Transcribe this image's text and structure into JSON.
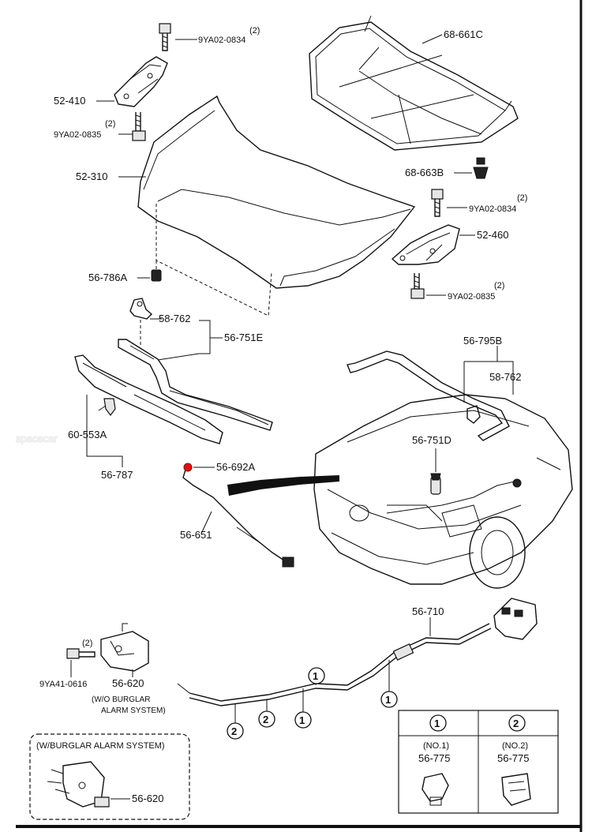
{
  "labels": {
    "p52410": "52-410",
    "p9YA02_0834_top": "9YA02-0834",
    "p9YA02_0835_left": "9YA02-0835",
    "p52310": "52-310",
    "p56786A": "56-786A",
    "p68661C": "68-661C",
    "p68663B": "68-663B",
    "p9YA02_0834_right": "9YA02-0834",
    "p52460": "52-460",
    "p9YA02_0835_right": "9YA02-0835",
    "p58762_left": "58-762",
    "p56751E": "56-751E",
    "p56795B": "56-795B",
    "p58762_right": "58-762",
    "p60553A": "60-553A",
    "p56787": "56-787",
    "p56692A": "56-692A",
    "p56751D": "56-751D",
    "p56651": "56-651",
    "p56710": "56-710",
    "p9YA41_0616": "9YA41-0616",
    "p56620": "56-620",
    "wo_burglar_1": "(W/O BURGLAR",
    "wo_burglar_2": "ALARM SYSTEM)",
    "w_burglar": "(W/BURGLAR ALARM SYSTEM)",
    "p56620_box": "56-620"
  },
  "qty": {
    "q_top_bolt": "(2)",
    "q_left_bolt": "(2)",
    "q_right_bolt_top": "(2)",
    "q_right_bolt_bottom": "(2)",
    "q_latch_bolt": "(2)"
  },
  "clip_callouts": {
    "c1": "1",
    "c2": "2"
  },
  "legend": {
    "col1_number": "1",
    "col1_name": "(NO.1)",
    "col1_part": "56-775",
    "col2_number": "2",
    "col2_name": "(NO.2)",
    "col2_part": "56-775"
  },
  "watermark": "spacecar"
}
